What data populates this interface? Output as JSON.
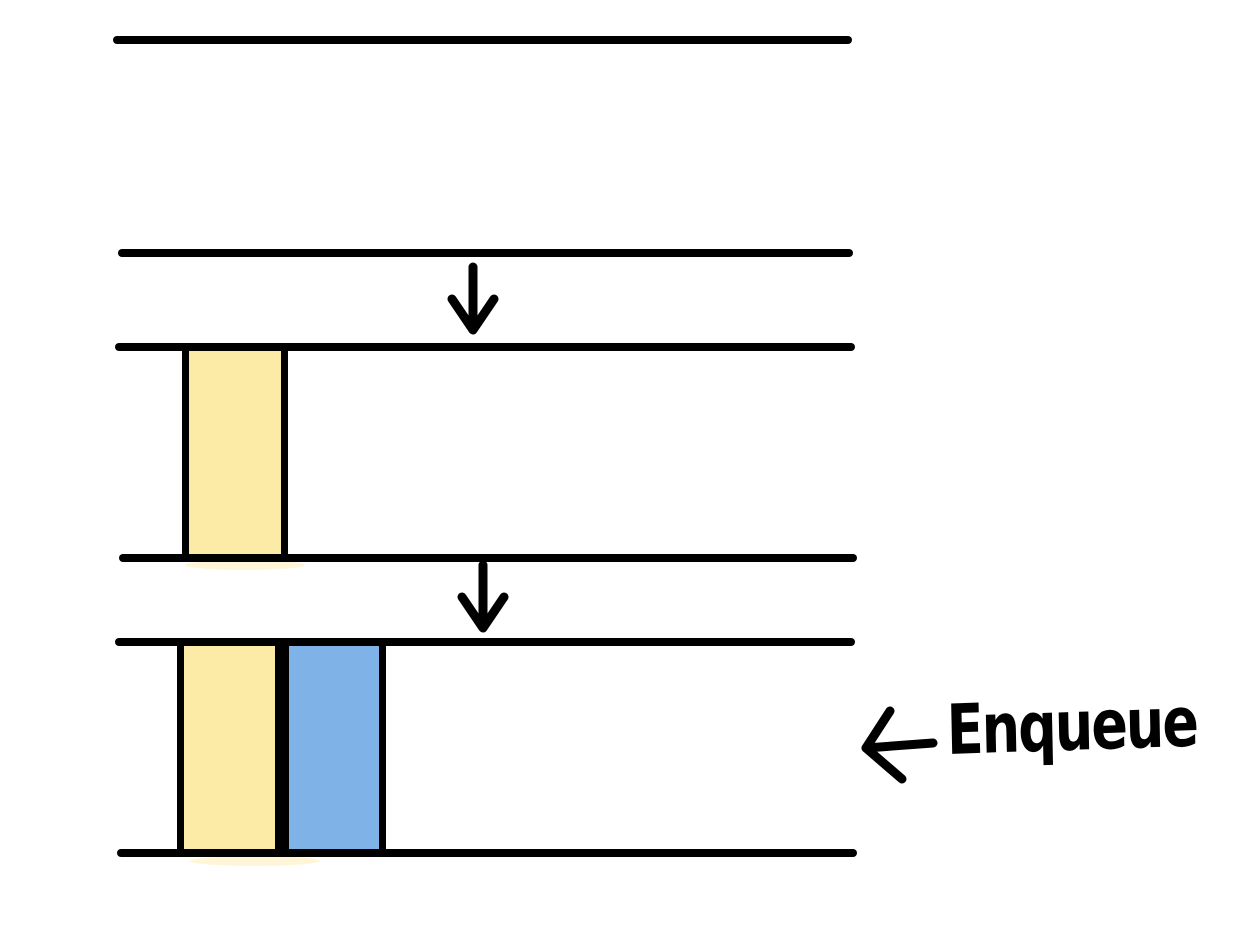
{
  "diagram": {
    "kind": "hand-drawn queue enqueue illustration",
    "annotation": {
      "text": "Enqueue"
    },
    "colors": {
      "ink": "#000000",
      "background": "#ffffff",
      "item_yellow": "#FCEBA6",
      "item_blue": "#7FB2E6"
    },
    "icons": [
      "down-arrow-icon",
      "down-arrow-icon",
      "left-arrow-icon"
    ],
    "queue_states": [
      {
        "items": []
      },
      {
        "items": [
          "item_yellow"
        ]
      },
      {
        "items": [
          "item_yellow",
          "item_blue"
        ]
      }
    ]
  }
}
